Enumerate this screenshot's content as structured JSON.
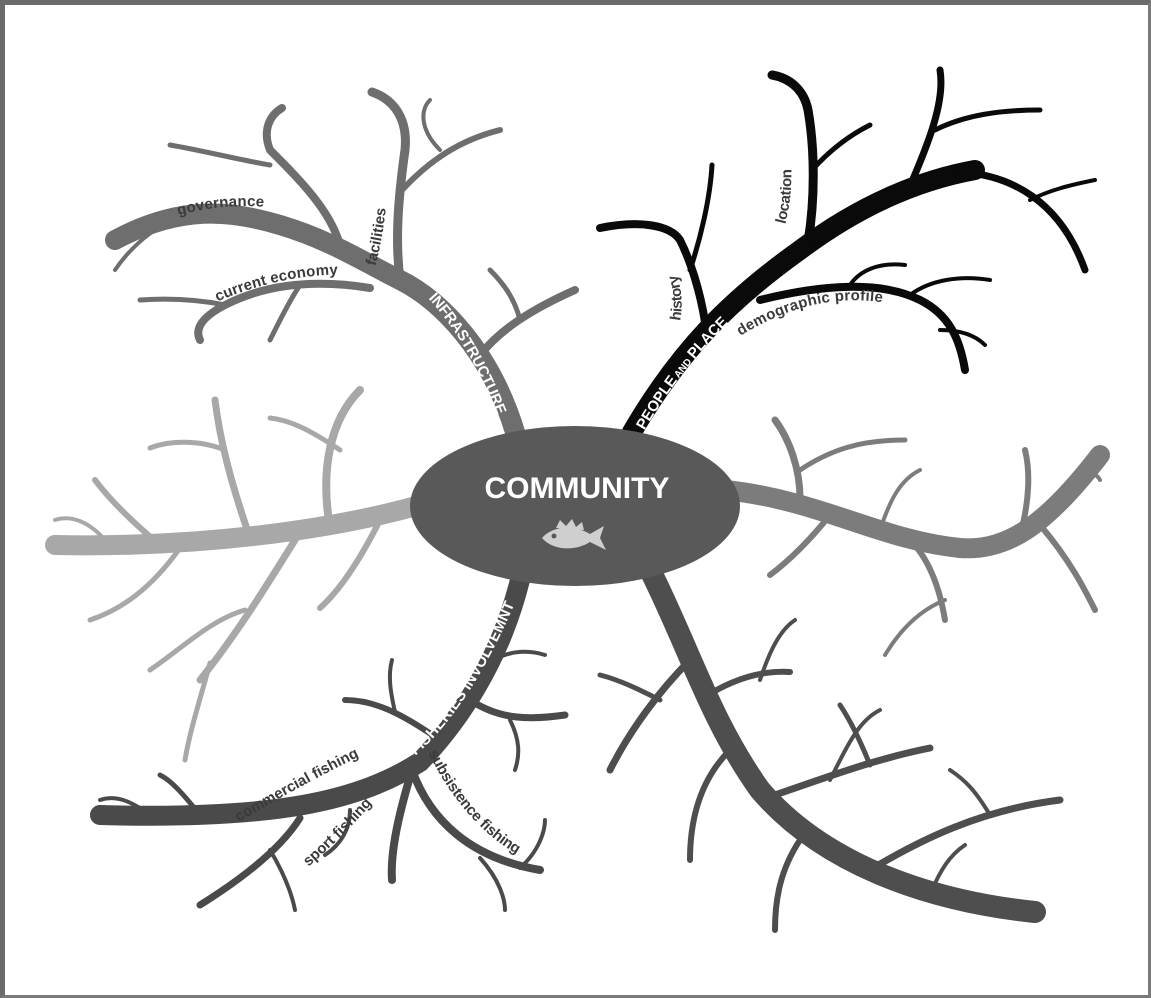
{
  "hub": {
    "title": "COMMUNITY",
    "icon": "fish-icon"
  },
  "branches": {
    "infrastructure": {
      "label": "INFRASTRUCTURE",
      "color": "#6e6e6e",
      "twigs": [
        "governance",
        "facilities",
        "current economy"
      ]
    },
    "people_place": {
      "label_main": "PEOPLE",
      "label_small": "AND",
      "label_end": "PLACE",
      "color": "#0a0a0a",
      "twigs": [
        "history",
        "location",
        "demographic profile"
      ]
    },
    "fisheries": {
      "label": "FISHERIES INVOLVEMNT",
      "color": "#4a4a4a",
      "twigs": [
        "commercial fishing",
        "sport fishing",
        "subsistence fishing"
      ]
    },
    "left_blank": {
      "color": "#a8a8a8"
    },
    "right_blank": {
      "color": "#7c7c7c"
    },
    "bottom_right_blank": {
      "color": "#4e4e4e"
    }
  }
}
